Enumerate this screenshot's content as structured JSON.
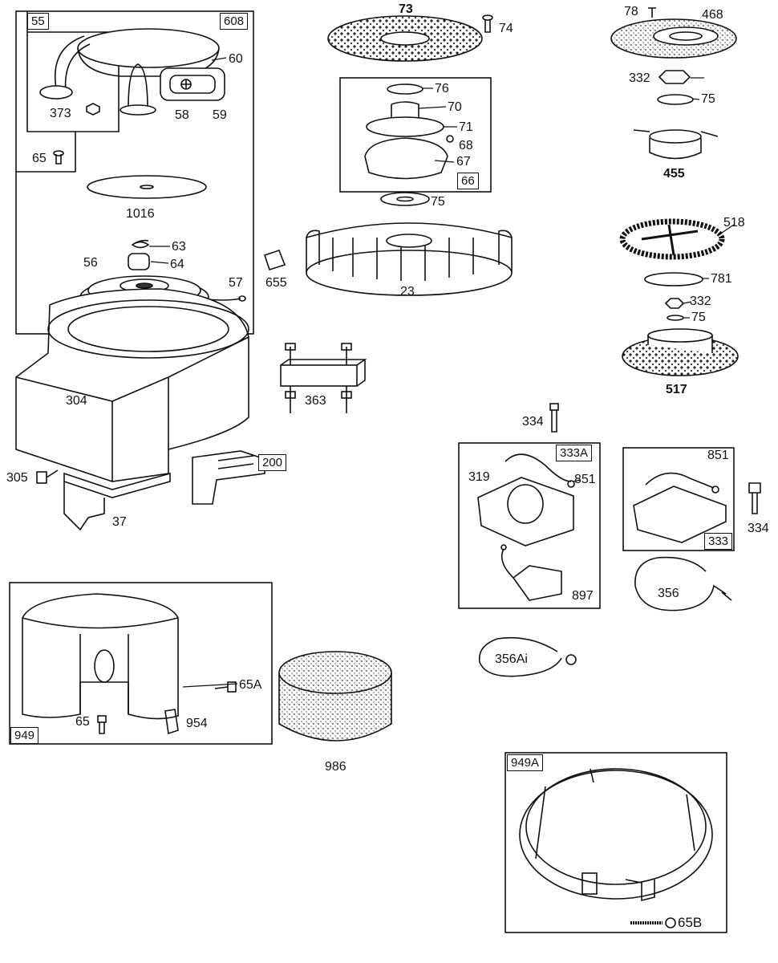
{
  "box_tags": {
    "b55": "55",
    "b608": "608",
    "b66": "66",
    "b333a": "333A",
    "b333": "333",
    "b949": "949",
    "b949a": "949A",
    "b200": "200"
  },
  "part_labels": {
    "p73": "73",
    "p74": "74",
    "p78": "78",
    "p468": "468",
    "p60": "60",
    "p373": "373",
    "p58": "58",
    "p59": "59",
    "p65": "65",
    "p76": "76",
    "p70": "70",
    "p71": "71",
    "p68": "68",
    "p67": "67",
    "p332a": "332",
    "p75a": "75",
    "p455": "455",
    "p1016": "1016",
    "p75b": "75",
    "p63": "63",
    "p64": "64",
    "p56": "56",
    "p57": "57",
    "p655": "655",
    "p23": "23",
    "p518": "518",
    "p781": "781",
    "p332b": "332",
    "p75c": "75",
    "p517": "517",
    "p304": "304",
    "p363": "363",
    "p334a": "334",
    "p305": "305",
    "p37": "37",
    "p319": "319",
    "p851a": "851",
    "p851b": "851",
    "p334b": "334",
    "p897": "897",
    "p356": "356",
    "p356ai": "356Ai",
    "p65a": "65A",
    "p65b": "65",
    "p954": "954",
    "p986": "986",
    "p65bb": "65B"
  }
}
